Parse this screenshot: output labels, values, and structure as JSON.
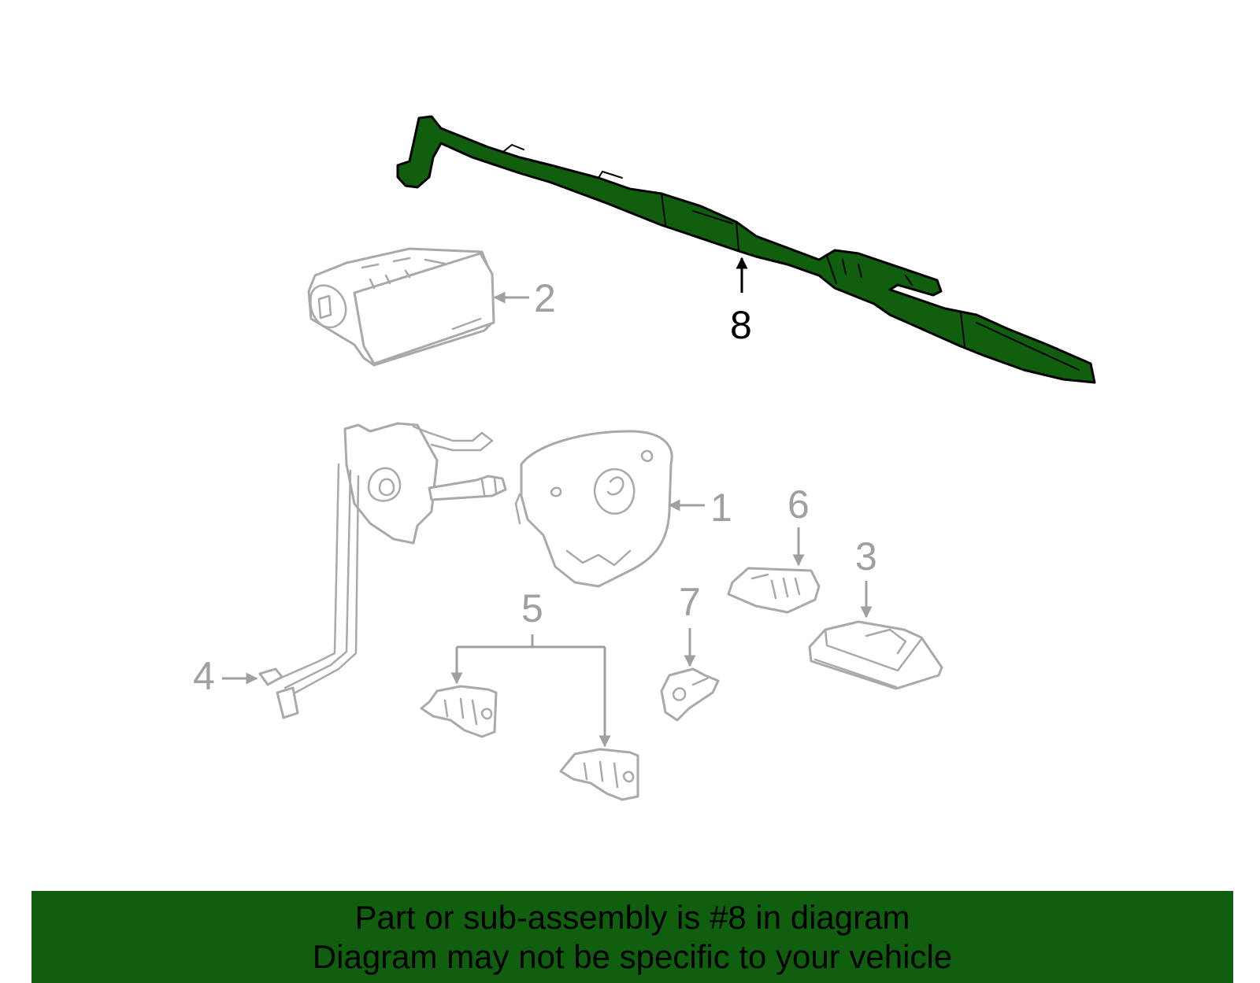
{
  "callouts": {
    "c1": "1",
    "c2": "2",
    "c3": "3",
    "c4": "4",
    "c5": "5",
    "c6": "6",
    "c7": "7",
    "c8": "8"
  },
  "highlighted_part": "8",
  "colors": {
    "highlight": "#0f5f0f",
    "part_outline": "#a9a9a9",
    "callout_inactive": "#a0a0a0",
    "callout_active": "#000000"
  },
  "banner": {
    "line1": "Part or sub-assembly is #8 in diagram",
    "line2": "Diagram may not be specific to your vehicle"
  }
}
